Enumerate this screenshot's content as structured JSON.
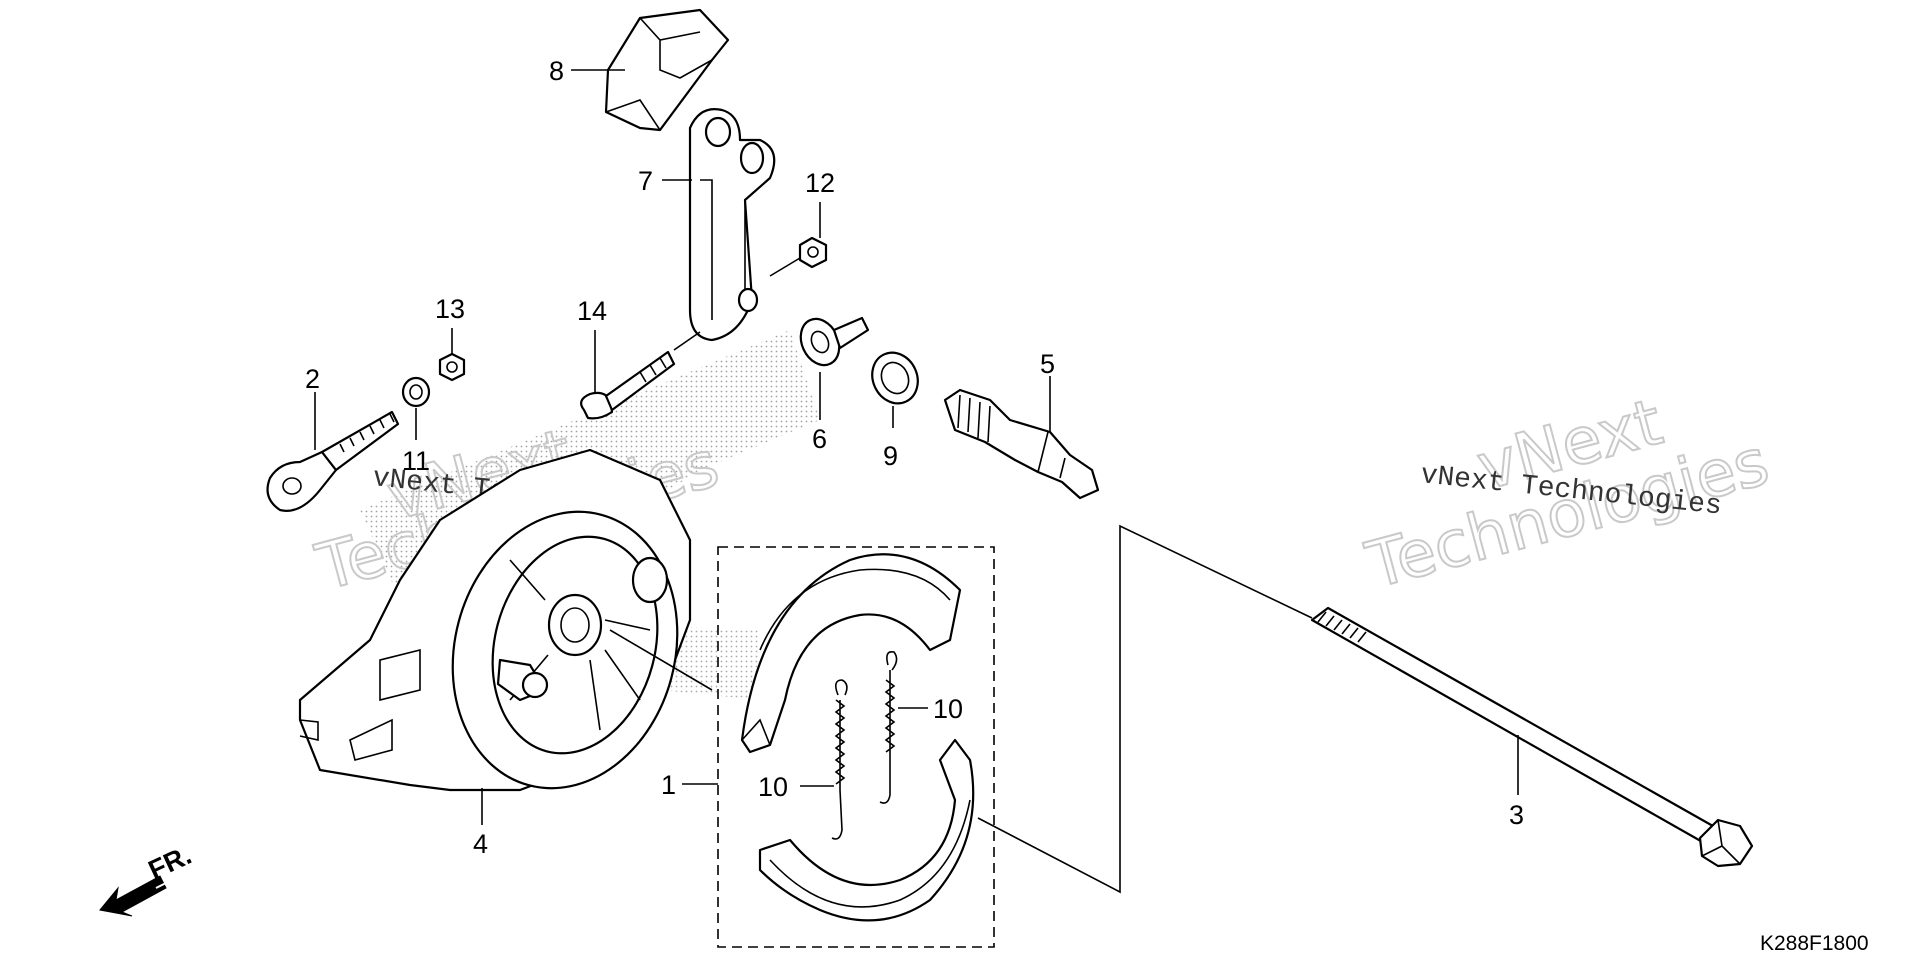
{
  "diagram": {
    "code": "K288F1800",
    "direction_label": "FR.",
    "watermark_line1": "vNext Technologies",
    "watermark_line2": "vNext",
    "watermark_line3": "Technologies",
    "callouts": {
      "c1": "1",
      "c2": "2",
      "c3": "3",
      "c4": "4",
      "c5": "5",
      "c6": "6",
      "c7": "7",
      "c8": "8",
      "c9": "9",
      "c10a": "10",
      "c10b": "10",
      "c11": "11",
      "c12": "12",
      "c13": "13",
      "c14": "14"
    }
  }
}
